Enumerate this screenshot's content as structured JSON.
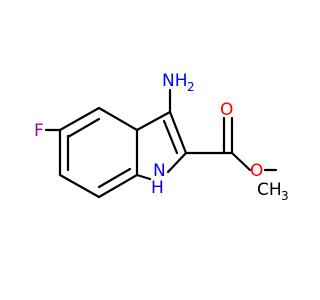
{
  "molecule": {
    "atoms": {
      "fluorine": "F",
      "amine_n": "NH",
      "amine_sub": "2",
      "ring_nh": "N",
      "ring_h": "H",
      "carbonyl_o": "O",
      "ester_o": "O",
      "methyl_c": "CH",
      "methyl_sub": "3"
    },
    "colors": {
      "bond": "#000000",
      "carbon": "#000000",
      "nitrogen": "#0000ff",
      "oxygen": "#ff0000",
      "fluorine": "#9b0b9b"
    }
  }
}
